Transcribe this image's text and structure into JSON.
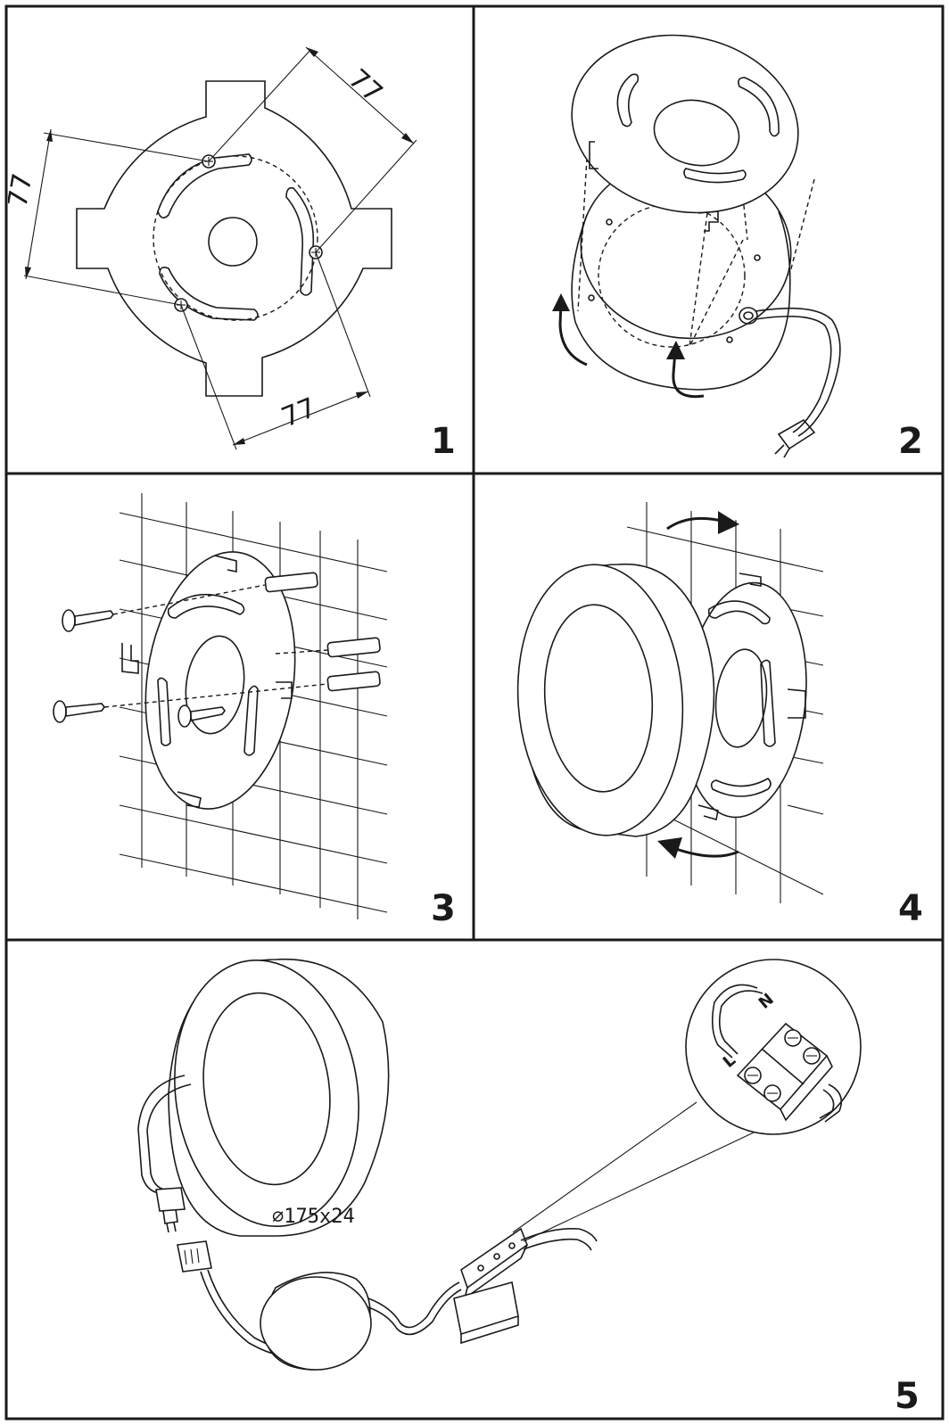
{
  "steps": [
    {
      "number": "1",
      "dimensions": [
        "77",
        "77",
        "77"
      ]
    },
    {
      "number": "2"
    },
    {
      "number": "3"
    },
    {
      "number": "4"
    },
    {
      "number": "5",
      "size_label": "⌀175x24",
      "terminal_labels": [
        "N",
        "L"
      ]
    }
  ],
  "colors": {
    "line": "#1a1a1a",
    "background": "#ffffff"
  }
}
